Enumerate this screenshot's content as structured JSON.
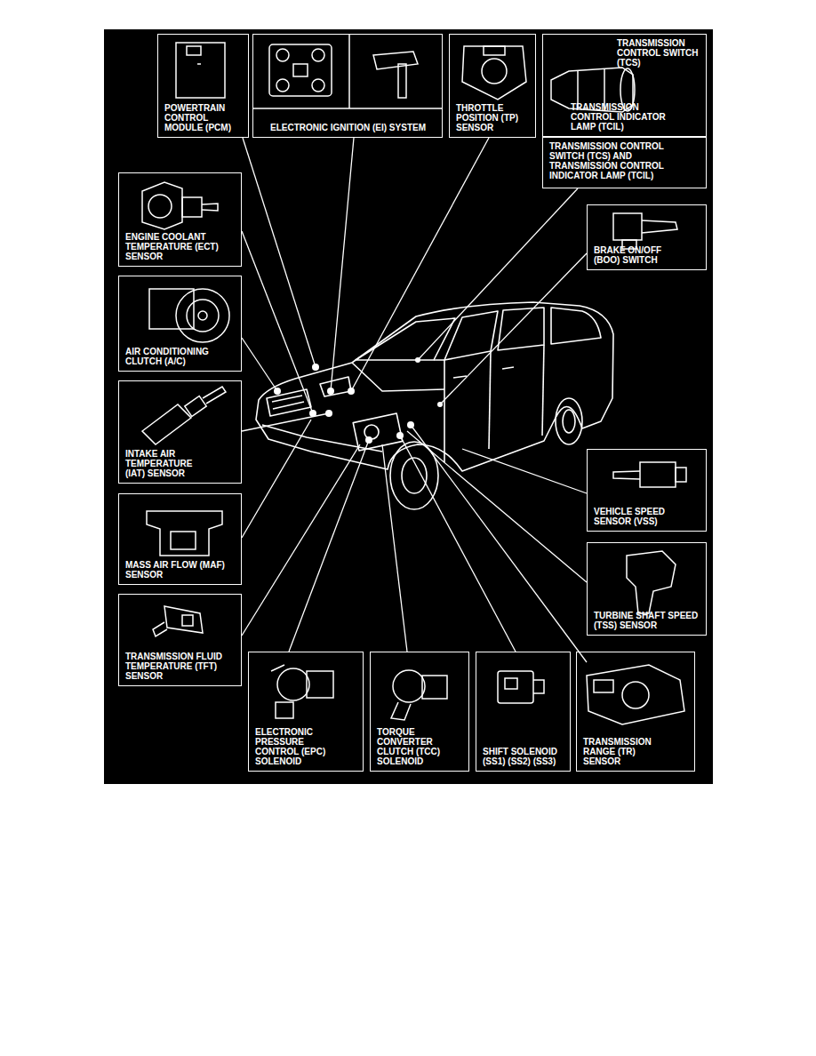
{
  "diagram": {
    "nodes": [
      {
        "text": [
          "POWERTRAIN CONTROL MODULE (PCM)"
        ]
      },
      {
        "text": [
          "ELECTRONIC IGNITION (EI) SYSTEM"
        ]
      },
      {
        "text": [
          "THROTTLE POSITION (TP) SENSOR"
        ]
      },
      {
        "text": [
          "TRANSMISSION CONTROL SWITCH (TCS)",
          "TRANSMISSION CONTROL INDICATOR LAMP (TCIL)"
        ]
      },
      {
        "text": [
          "TRANSMISSION CONTROL SWITCH (TCS) AND TRANSMISSION CONTROL INDICATOR LAMP (TCIL)"
        ]
      },
      {
        "text": [
          "ENGINE COOLANT TEMPERATURE (ECT) SENSOR"
        ]
      },
      {
        "text": [
          "BRAKE ON/OFF (BOO) SWITCH"
        ]
      },
      {
        "text": [
          "AIR CONDITIONING CLUTCH (A/C)"
        ]
      },
      {
        "text": [
          "INTAKE AIR TEMPERATURE (IAT) SENSOR"
        ]
      },
      {
        "text": [
          "VEHICLE SPEED SENSOR (VSS)"
        ]
      },
      {
        "text": [
          "MASS AIR FLOW (MAF) SENSOR"
        ]
      },
      {
        "text": [
          "TURBINE SHAFT SPEED (TSS) SENSOR"
        ]
      },
      {
        "text": [
          "TRANSMISSION FLUID TEMPERATURE (TFT) SENSOR"
        ]
      },
      {
        "text": [
          "ELECTRONIC PRESSURE CONTROL (EPC) SOLENOID"
        ]
      },
      {
        "text": [
          "TORQUE CONVERTER CLUTCH (TCC) SOLENOID"
        ]
      },
      {
        "text": [
          "SHIFT SOLENOID (SS1) (SS2) (SS3)"
        ]
      },
      {
        "text": [
          "TRANSMISSION RANGE (TR) SENSOR"
        ]
      }
    ]
  }
}
